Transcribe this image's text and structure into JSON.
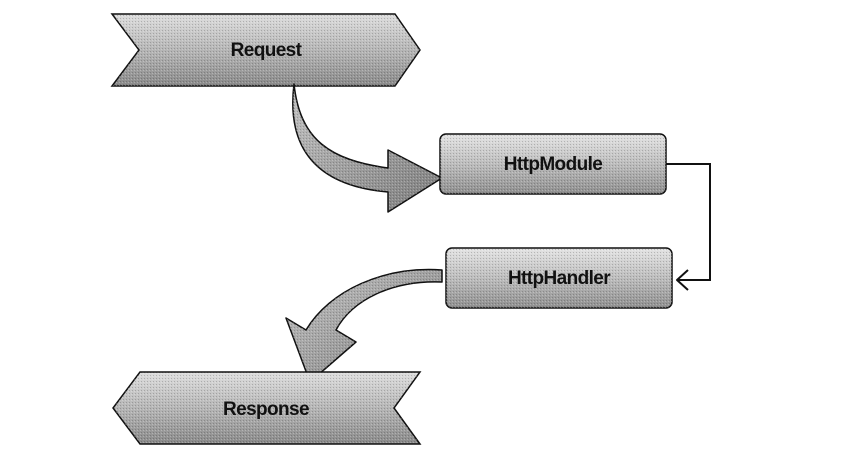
{
  "diagram": {
    "nodes": {
      "request": {
        "label": "Request"
      },
      "module": {
        "label": "HttpModule"
      },
      "handler": {
        "label": "HttpHandler"
      },
      "response": {
        "label": "Response"
      }
    }
  },
  "colors": {
    "shape_fill_light": "#dcdcdc",
    "shape_fill_dark": "#9a9a9a",
    "outline": "#111111",
    "background": "#ffffff"
  }
}
